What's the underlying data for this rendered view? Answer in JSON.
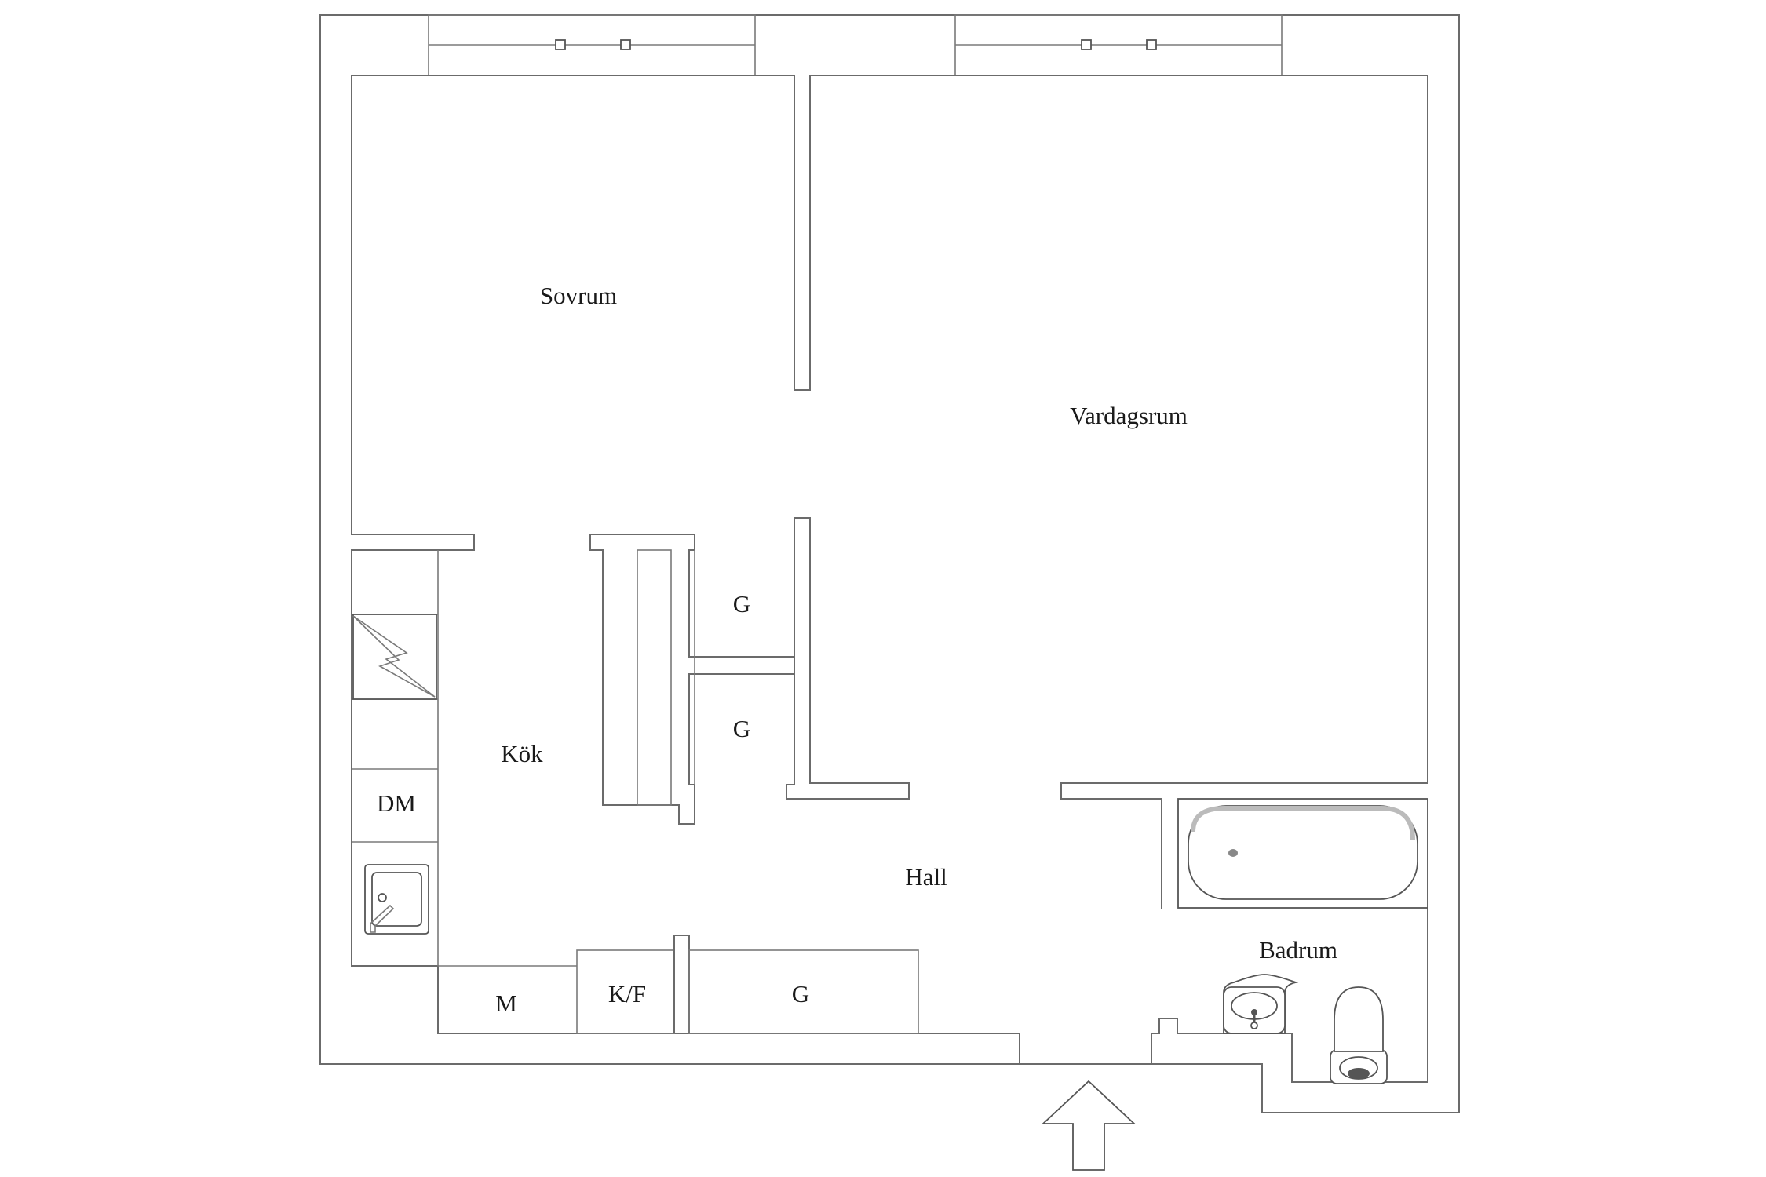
{
  "rooms": {
    "sovrum": "Sovrum",
    "vardagsrum": "Vardagsrum",
    "kok": "Kök",
    "hall": "Hall",
    "badrum": "Badrum",
    "dm": "DM",
    "m": "M",
    "kf": "K/F",
    "g1": "G",
    "g2": "G",
    "g3": "G"
  },
  "colors": {
    "wall": "#6b6b6b",
    "background": "#ffffff"
  },
  "icons": [
    "entrance-arrow-icon",
    "bathtub-icon",
    "toilet-icon",
    "washbasin-icon",
    "kitchen-sink-icon",
    "electrical-panel-icon"
  ]
}
